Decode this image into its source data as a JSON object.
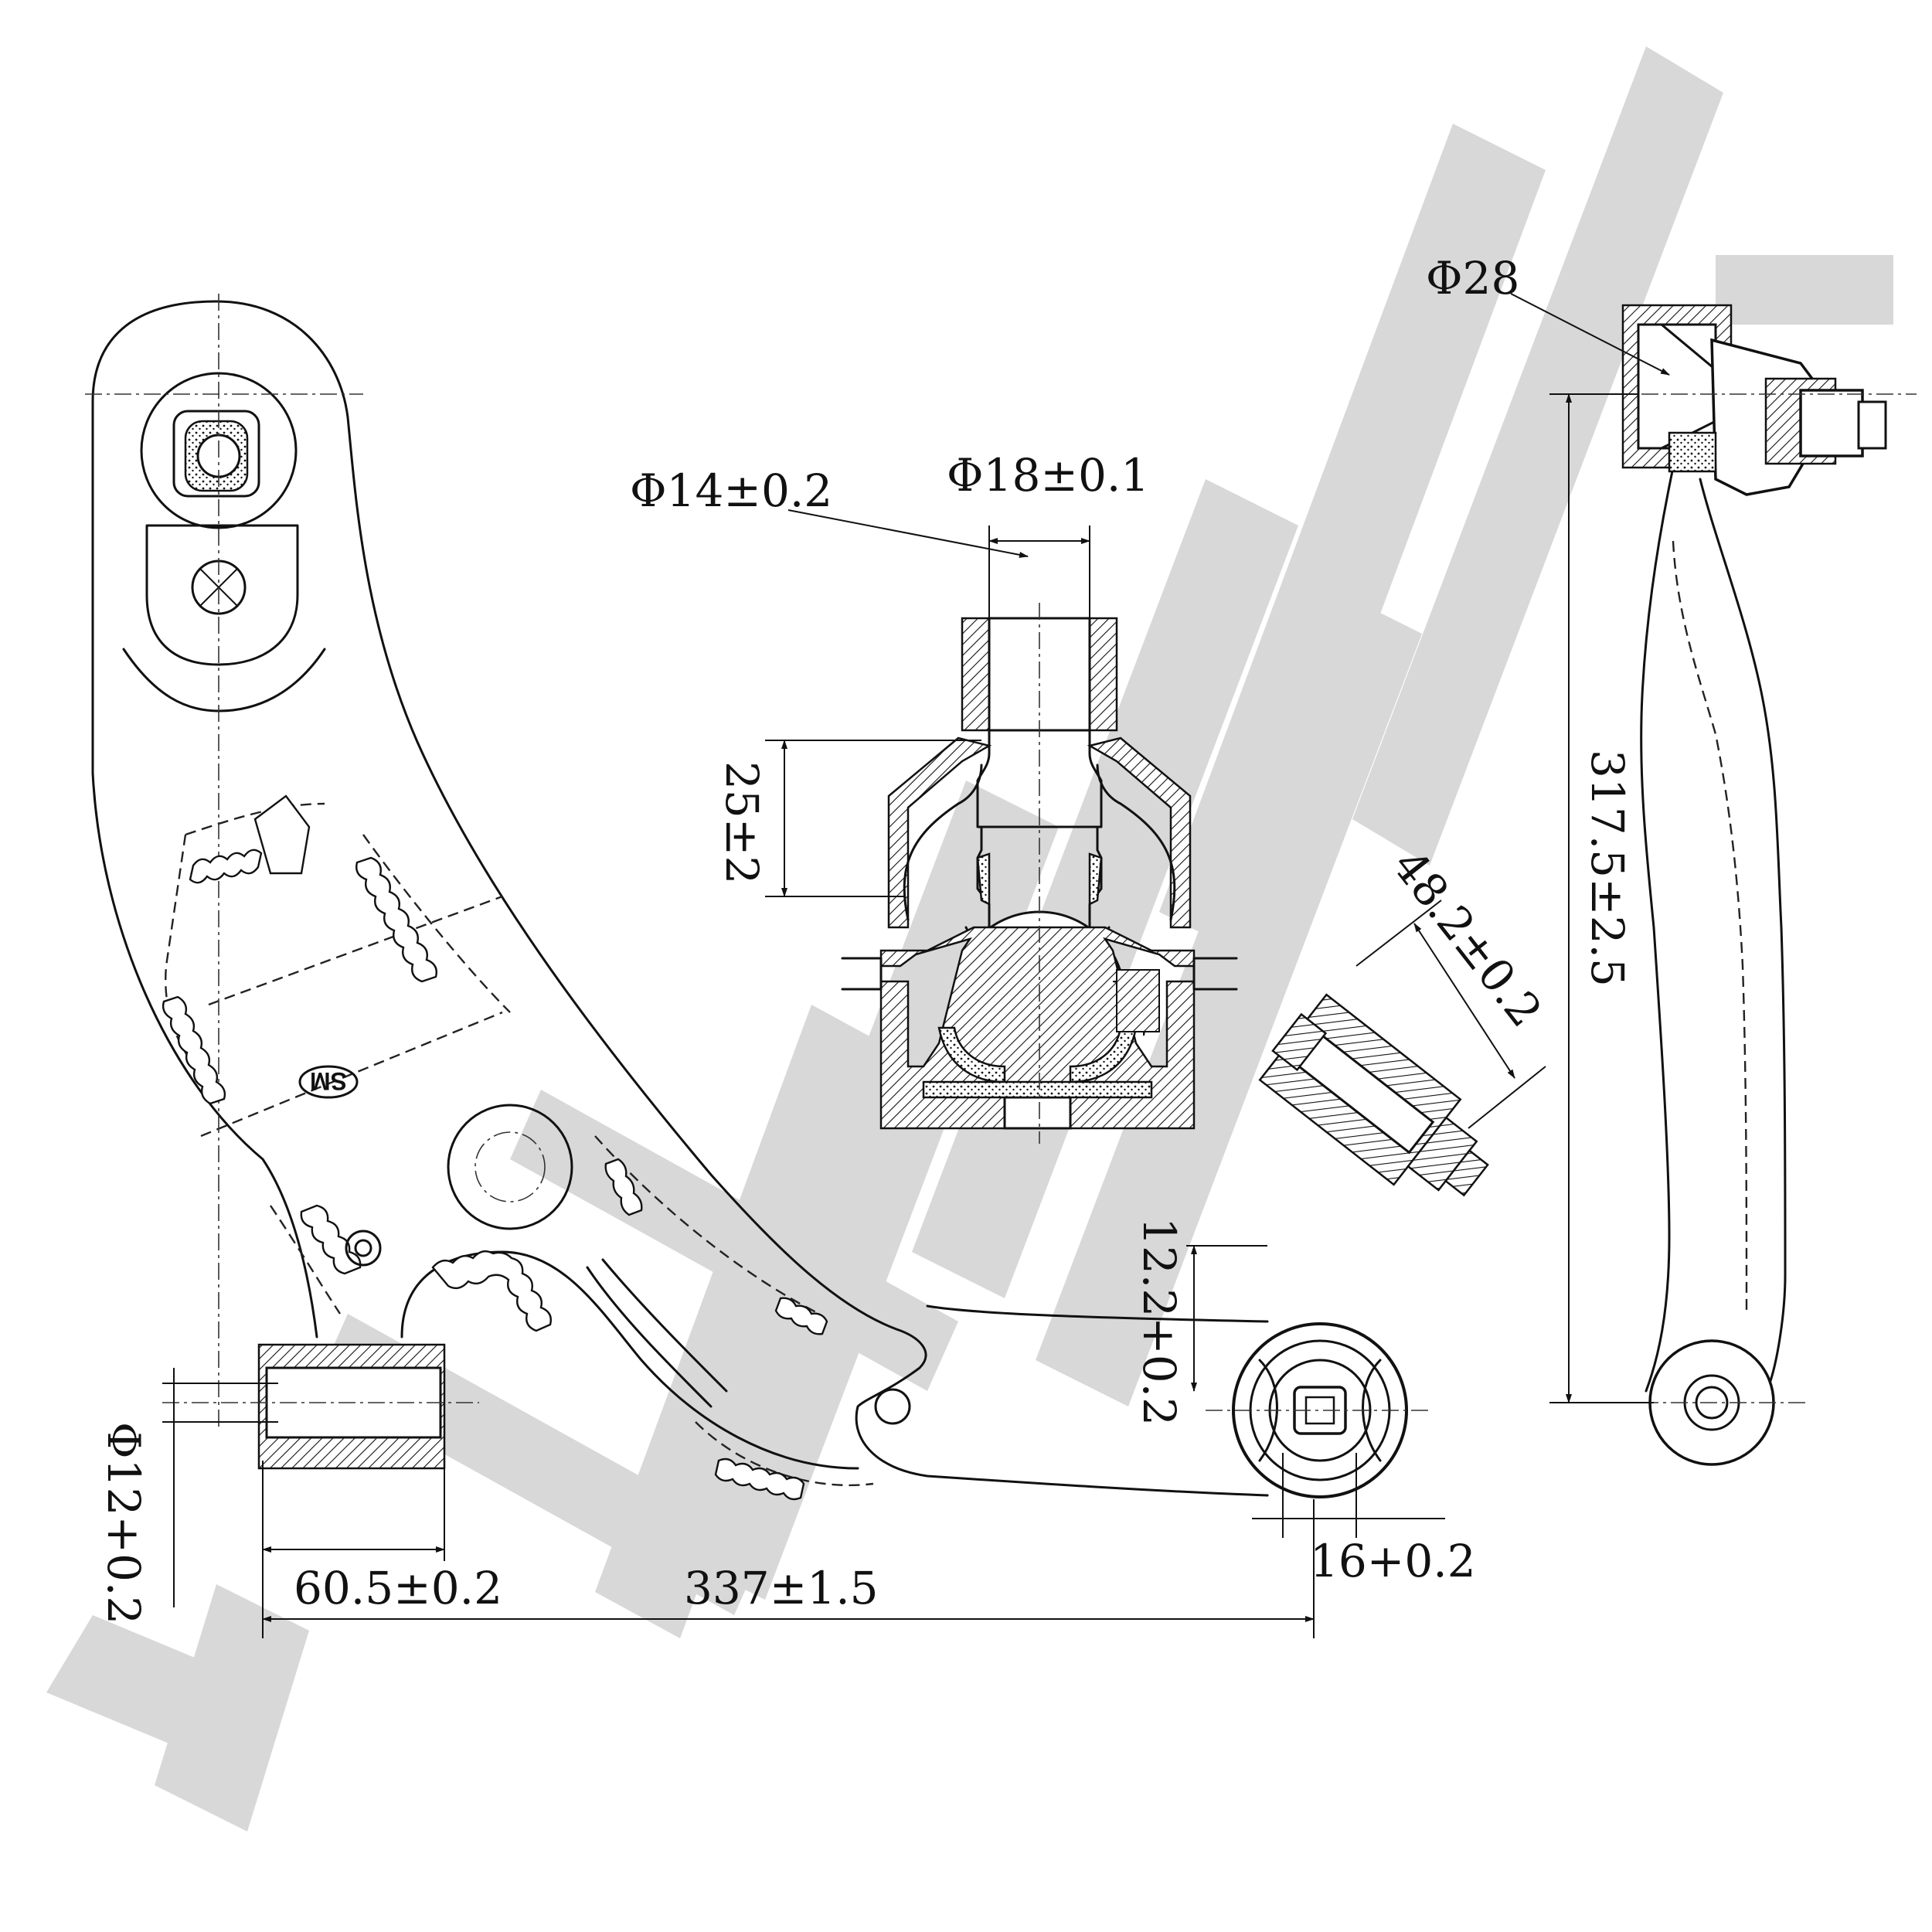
{
  "watermark": {
    "text": "ZENNEK",
    "color": "#d9d9d9"
  },
  "dimensions": {
    "phi28": "Φ28",
    "phi14": "Φ14±0.2",
    "phi18": "Φ18±0.1",
    "d25": "25±2",
    "d48": "48.2±0.2",
    "d317": "317.5±2.5",
    "d12_2": "12.2+0.2",
    "phi12": "Φ12+0.2",
    "d60": "60.5±0.2",
    "d337": "337±1.5",
    "d16": "16+0.2"
  },
  "part_marks": {
    "sm_mark": "SM"
  }
}
